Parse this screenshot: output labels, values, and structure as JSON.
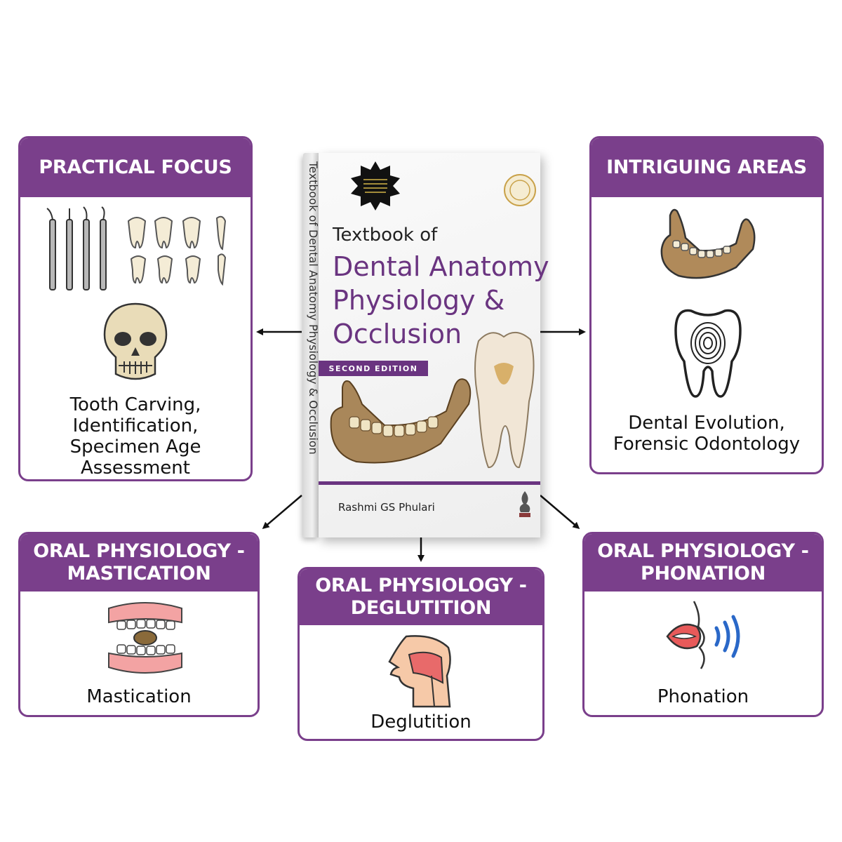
{
  "panels": {
    "practical_focus": {
      "title": "PRACTICAL FOCUS",
      "caption": "Tooth Carving,\nIdentification,\nSpecimen Age\nAssessment",
      "icons": [
        "dental-instruments-icon",
        "teeth-models-icon",
        "skull-icon"
      ]
    },
    "intriguing_areas": {
      "title": "INTRIGUING AREAS",
      "caption": "Dental Evolution,\nForensic Odontology",
      "icons": [
        "mandible-icon",
        "tooth-fingerprint-icon"
      ]
    },
    "mastication": {
      "title": "ORAL PHYSIOLOGY -\nMASTICATION",
      "caption": "Mastication",
      "icons": [
        "chewing-teeth-icon"
      ]
    },
    "deglutition": {
      "title": "ORAL PHYSIOLOGY -\nDEGLUTITION",
      "caption": "Deglutition",
      "icons": [
        "throat-cross-section-icon"
      ]
    },
    "phonation": {
      "title": "ORAL PHYSIOLOGY -\nPHONATION",
      "caption": "Phonation",
      "icons": [
        "speaking-mouth-icon"
      ]
    }
  },
  "book": {
    "title_line1": "Textbook of",
    "title_line2": "Dental Anatomy",
    "title_line3": "Physiology &",
    "title_line4": "Occlusion",
    "edition": "SECOND EDITION",
    "author": "Rashmi GS Phulari",
    "spine": "Textbook of Dental Anatomy Physiology & Occlusion"
  },
  "colors": {
    "accent": "#7a3f8b",
    "arrow": "#111111",
    "tooth": "#f4ecd6",
    "bone": "#b08a5a",
    "gum": "#f3a3a3"
  }
}
